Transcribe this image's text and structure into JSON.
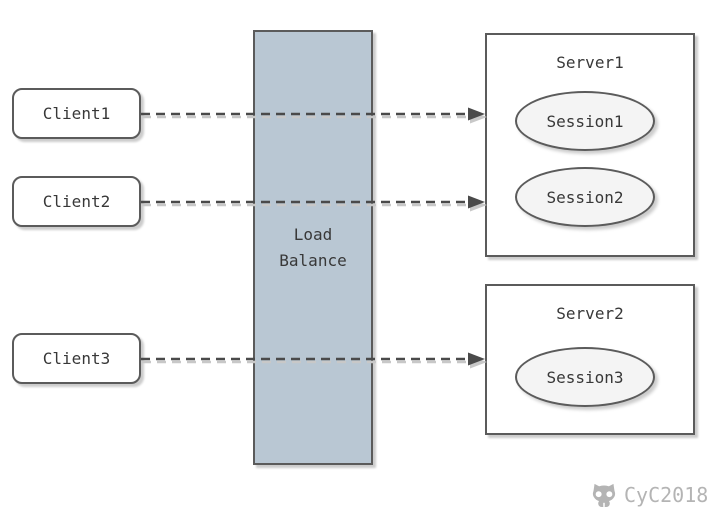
{
  "diagram": {
    "clients": [
      {
        "label": "Client1"
      },
      {
        "label": "Client2"
      },
      {
        "label": "Client3"
      }
    ],
    "load_balancer": {
      "lines": [
        "Load",
        "Balance"
      ]
    },
    "servers": [
      {
        "title": "Server1",
        "sessions": [
          {
            "label": "Session1"
          },
          {
            "label": "Session2"
          }
        ]
      },
      {
        "title": "Server2",
        "sessions": [
          {
            "label": "Session3"
          }
        ]
      }
    ],
    "connections": [
      {
        "from": "Client1",
        "via": "Load Balance",
        "to": "Server1"
      },
      {
        "from": "Client2",
        "via": "Load Balance",
        "to": "Server1"
      },
      {
        "from": "Client3",
        "via": "Load Balance",
        "to": "Server2"
      }
    ],
    "watermark": {
      "label": "CyC2018"
    },
    "colors": {
      "load_balancer_fill": "#b9c7d3",
      "node_border": "#5b5b5b",
      "session_fill": "#f4f4f4",
      "arrow": "#4a4a4a",
      "shadow": "#cccccc",
      "text": "#383838",
      "watermark": "#b4b4b4"
    }
  }
}
